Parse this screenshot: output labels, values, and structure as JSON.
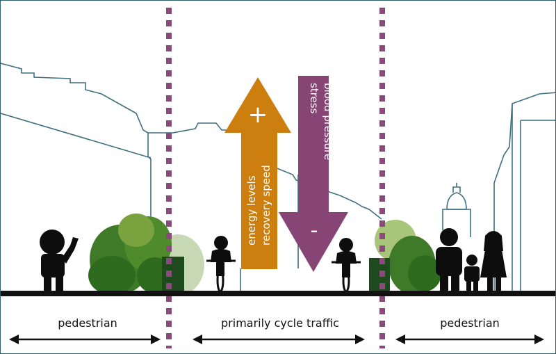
{
  "zones": {
    "left_label": "pedestrian",
    "center_label": "primarily cycle traffic",
    "right_label": "pedestrian"
  },
  "arrows": {
    "up": {
      "sign": "+",
      "line1": "energy levels",
      "line2": "recovery speed"
    },
    "down": {
      "sign": "-",
      "line1": "stress",
      "line2": "blood pressure"
    }
  },
  "colors": {
    "up_arrow": "#cc7e0e",
    "down_arrow": "#864574",
    "divider": "#8a4a7b",
    "buildings": "#3e6f80",
    "ground": "#111111",
    "foliage_dark": "#2e6b1f",
    "foliage_mid": "#4f8a2c",
    "foliage_light": "#a9c57a",
    "bollard": "#1f4a1d"
  },
  "icons": [
    "person-waving-icon",
    "cyclist-icon",
    "family-icon",
    "bush-icon",
    "bollard-icon"
  ]
}
